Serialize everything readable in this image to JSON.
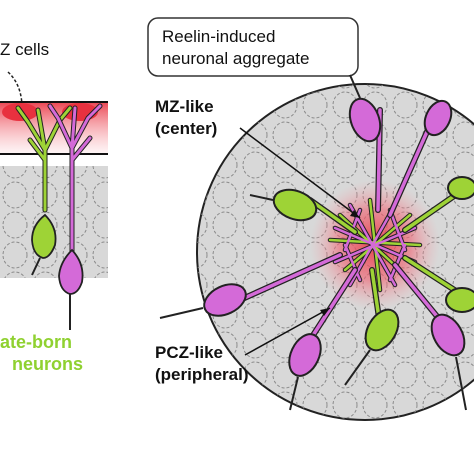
{
  "left_panel": {
    "cells_label": "Z cells",
    "legend_line1": "ate-born",
    "legend_line2": "neurons"
  },
  "right_panel": {
    "title_line1": "Reelin-induced",
    "title_line2": "neuronal aggregate",
    "mz_label_line1": "MZ-like",
    "mz_label_line2": "(center)",
    "pcz_label_line1": "PCZ-like",
    "pcz_label_line2": "(peripheral)"
  },
  "colors": {
    "early_neuron": "#9ed336",
    "late_neuron": "#d46ad8",
    "reelin_glow": "#e8313f",
    "background_region": "#d8d8d8"
  }
}
